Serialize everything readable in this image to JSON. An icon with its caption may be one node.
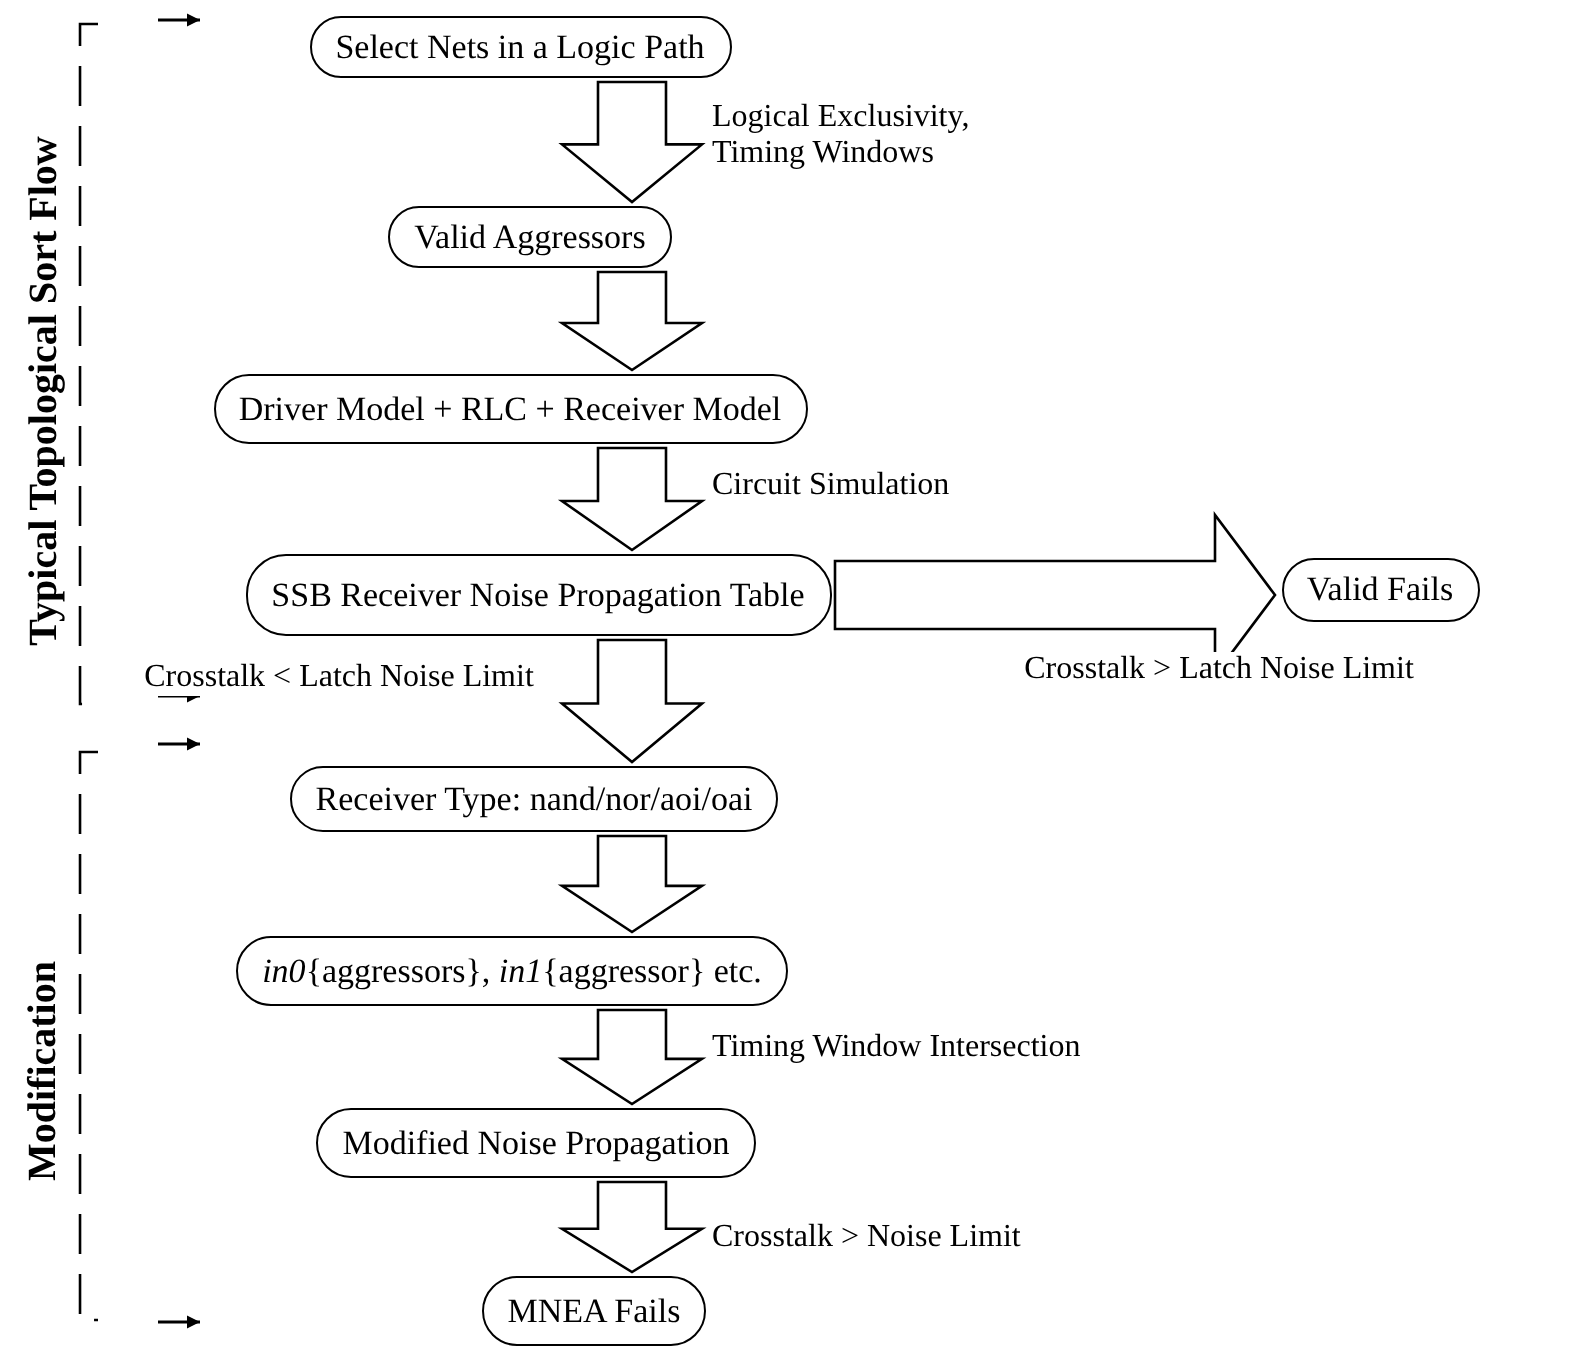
{
  "diagram": {
    "nodes": [
      {
        "text": [
          "Select Nets in a Logic Path"
        ]
      },
      {
        "text": [
          "Valid Aggressors"
        ]
      },
      {
        "text": [
          "Driver Model + RLC + Receiver Model"
        ]
      },
      {
        "text": [
          "SSB Receiver Noise Propagation Table"
        ]
      },
      {
        "text": [
          "Valid Fails"
        ]
      },
      {
        "text": [
          "Receiver Type: nand/nor/aoi/oai"
        ]
      },
      {
        "text": [
          "*in0*{aggressors}, *in1*{aggressor} etc."
        ]
      },
      {
        "text": [
          "Modified Noise Propagation"
        ]
      },
      {
        "text": [
          "MNEA Fails"
        ]
      }
    ],
    "edges": [
      {
        "from": 0,
        "to": 1,
        "arrow": "to",
        "label": "Logical Exclusivity, Timing Windows"
      },
      {
        "from": 1,
        "to": 2,
        "arrow": "to"
      },
      {
        "from": 2,
        "to": 3,
        "arrow": "to",
        "label": "Circuit Simulation"
      },
      {
        "from": 3,
        "to": 4,
        "arrow": "to",
        "label": "Crosstalk > Latch Noise Limit"
      },
      {
        "from": 3,
        "to": 5,
        "arrow": "to",
        "label": "Crosstalk < Latch Noise Limit"
      },
      {
        "from": 5,
        "to": 6,
        "arrow": "to"
      },
      {
        "from": 6,
        "to": 7,
        "arrow": "to",
        "label": "Timing Window Intersection"
      },
      {
        "from": 7,
        "to": 8,
        "arrow": "to",
        "label": "Crosstalk > Noise Limit"
      }
    ],
    "labels": [
      "Typical Topological Sort Flow",
      "Modification"
    ]
  }
}
